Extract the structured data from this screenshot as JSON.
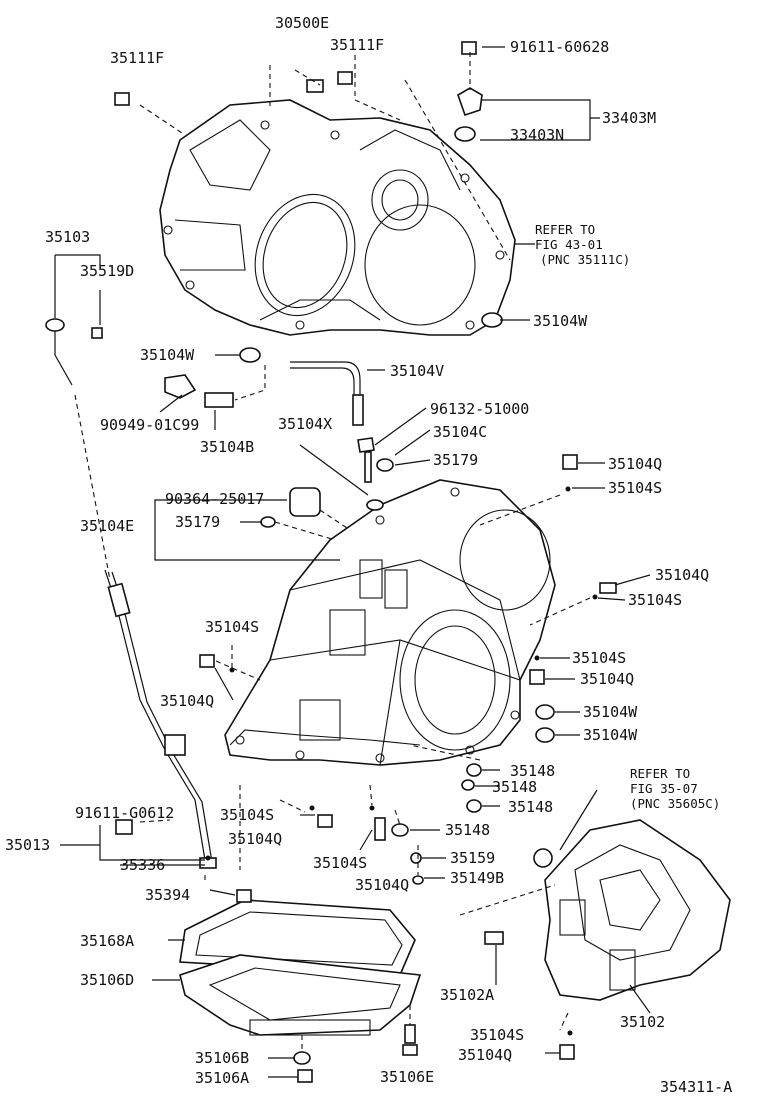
{
  "labels": {
    "l30500E": "30500E",
    "l35111F_a": "35111F",
    "l35111F_b": "35111F",
    "l91611_60628": "91611-60628",
    "l33403M": "33403M",
    "l33403N": "33403N",
    "l35103": "35103",
    "l35519D": "35519D",
    "l35104W_a": "35104W",
    "l35104W_b": "35104W",
    "l35104V": "35104V",
    "l90949_01C99": "90949-01C99",
    "l35104B": "35104B",
    "l35104X": "35104X",
    "l96132_51000": "96132-51000",
    "l35104C": "35104C",
    "l35179_a": "35179",
    "l35104Q_a": "35104Q",
    "l35104S_a": "35104S",
    "l90364_25017": "90364-25017",
    "l35104E": "35104E",
    "l35179_b": "35179",
    "l35104Q_b": "35104Q",
    "l35104S_b": "35104S",
    "l35104S_c": "35104S",
    "l35104S_d": "35104S",
    "l35104Q_c": "35104Q",
    "l35104Q_d": "35104Q",
    "l35104W_c": "35104W",
    "l35104W_d": "35104W",
    "l91611_G0612": "91611-G0612",
    "l35104S_e": "35104S",
    "l35148_a": "35148",
    "l35148_b": "35148",
    "l35148_c": "35148",
    "l35148_d": "35148",
    "l35013": "35013",
    "l35104Q_e": "35104Q",
    "l35336": "35336",
    "l35104S_f": "35104S",
    "l35159": "35159",
    "l35104Q_f": "35104Q",
    "l35149B": "35149B",
    "l35394": "35394",
    "l35168A": "35168A",
    "l35106D": "35106D",
    "l35102A": "35102A",
    "l35102": "35102",
    "l35104S_g": "35104S",
    "l35104Q_g": "35104Q",
    "l35106B": "35106B",
    "l35106A": "35106A",
    "l35106E": "35106E",
    "ref": "354311-A"
  },
  "notes": {
    "refer1": [
      "REFER TO",
      "FIG 43-01",
      "(PNC 35111C)"
    ],
    "refer2": [
      "REFER TO",
      "FIG 35-07",
      "(PNC 35605C)"
    ]
  },
  "colors": {
    "ink": "#111111",
    "paper": "#ffffff"
  }
}
